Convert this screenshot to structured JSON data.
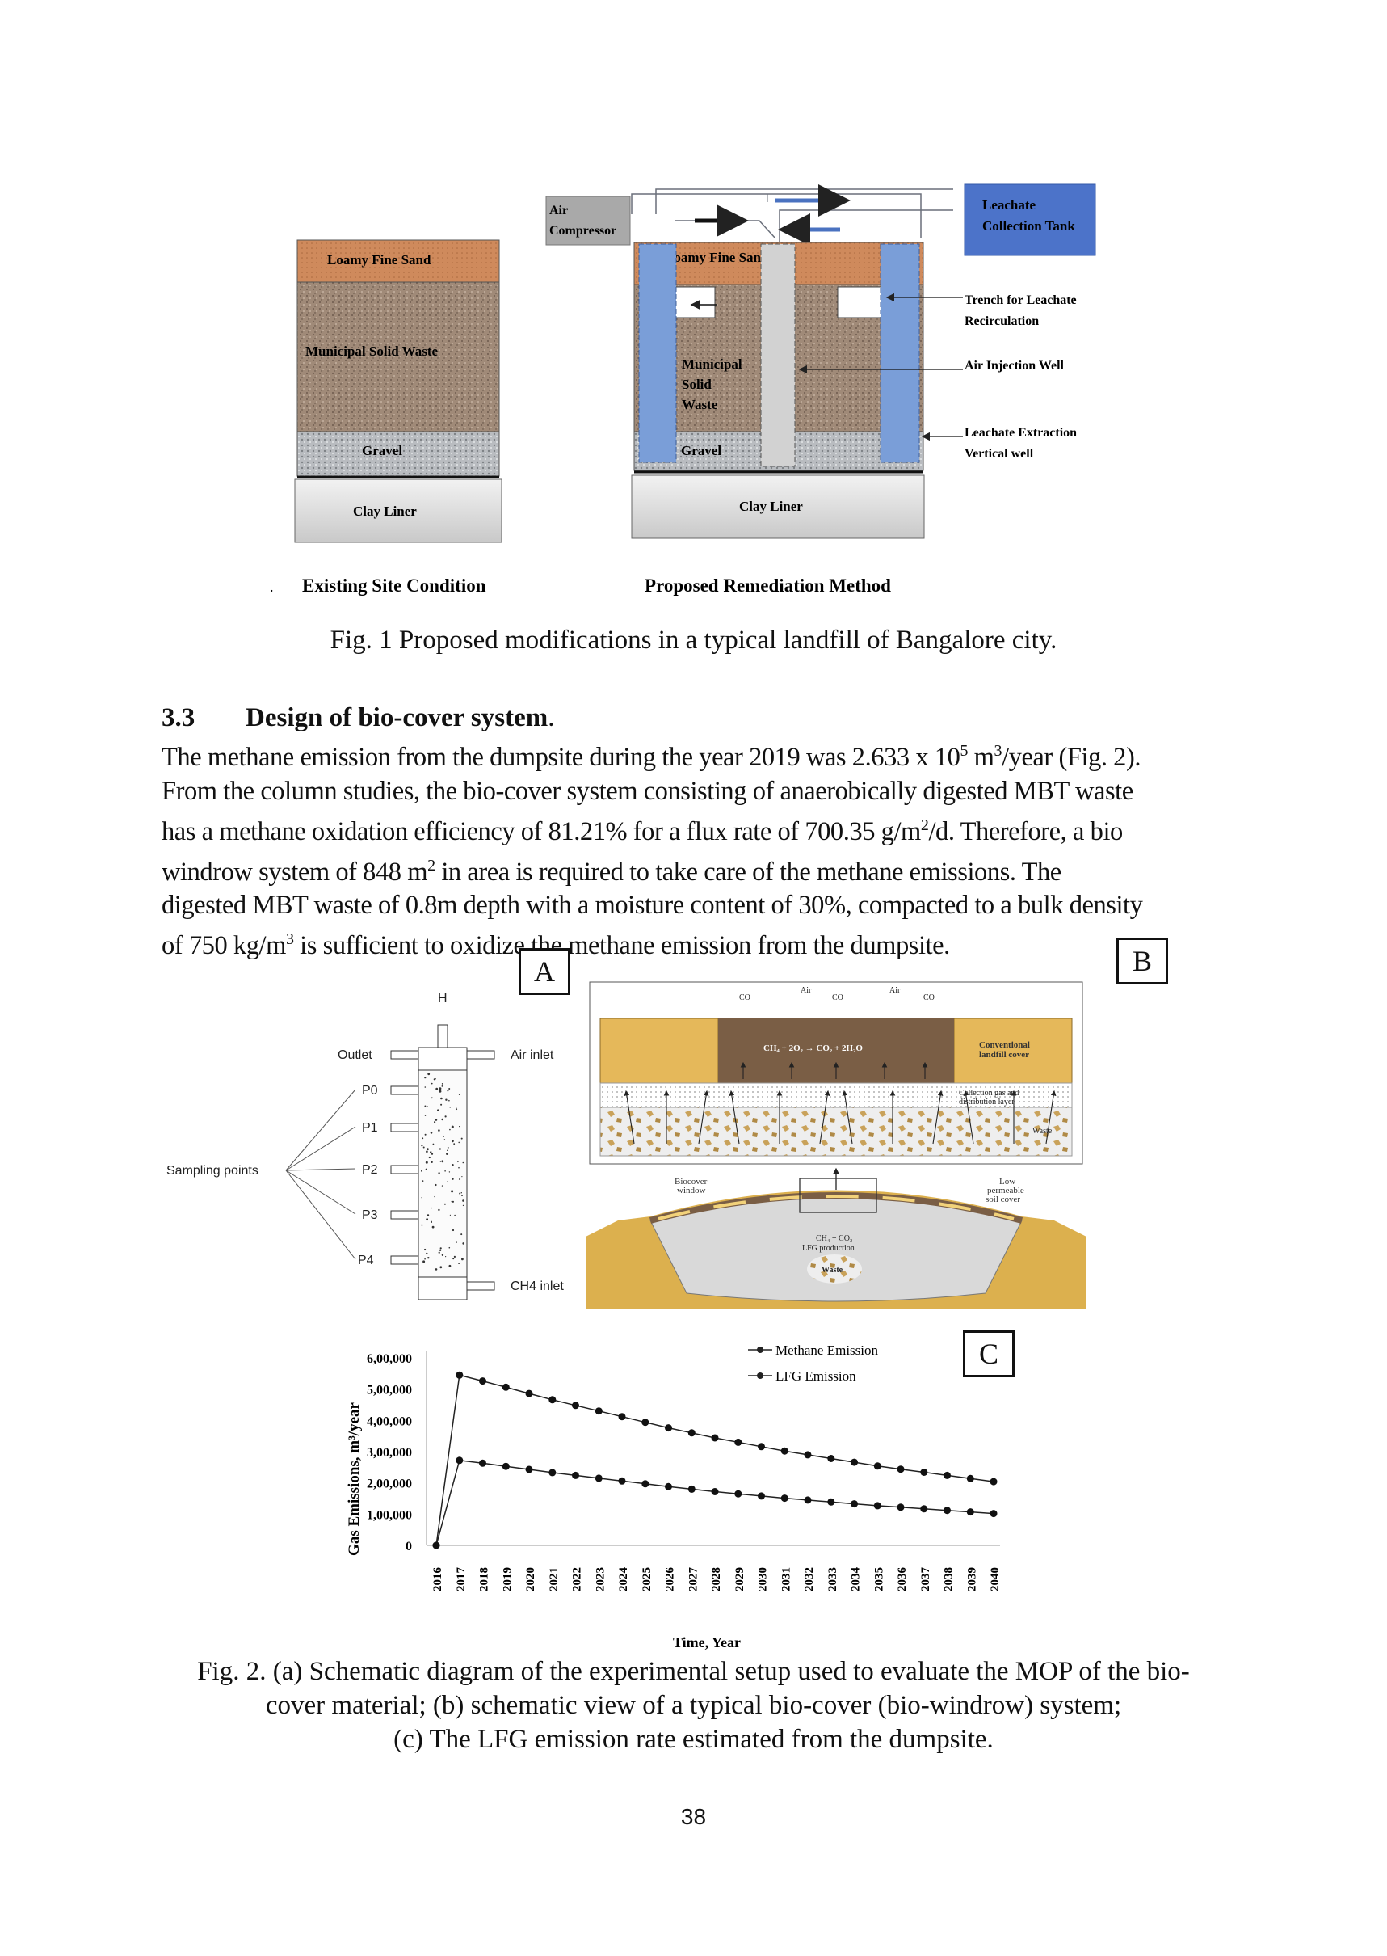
{
  "fig1": {
    "existing": {
      "layers": [
        "Loamy Fine Sand",
        "Municipal Solid Waste",
        "Gravel",
        "Clay Liner"
      ],
      "title": "Existing Site Condition"
    },
    "proposed": {
      "air_compressor": [
        "Air",
        "Compressor"
      ],
      "leachate_tank": [
        "Leachate",
        "Collection Tank"
      ],
      "loamy": "Loamy Fine Sand",
      "msw": [
        "Municipal",
        "Solid",
        "Waste"
      ],
      "gravel": "Gravel",
      "clay": "Clay Liner",
      "callouts": {
        "trench": [
          "Trench for Leachate",
          "Recirculation"
        ],
        "air_well": "Air Injection Well",
        "leachate_well": [
          "Leachate Extraction",
          "Vertical well"
        ]
      },
      "title": "Proposed Remediation Method"
    },
    "dot": ".",
    "caption": "Fig. 1 Proposed modifications in a typical landfill of Bangalore city."
  },
  "section": {
    "number": "3.3",
    "title": "Design of bio-cover system",
    "title_end": "."
  },
  "paragraph": {
    "l1a": "The methane emission from the dumpsite during the year 2019 was 2.633 x 10",
    "l1sup1": "5",
    "l1b": " m",
    "l1sup2": "3",
    "l1c": "/year (Fig. 2).",
    "l2": "From the column studies, the bio-cover system consisting of anaerobically digested MBT waste",
    "l3a": "has a methane oxidation efficiency of 81.21% for a flux rate of 700.35 g/m",
    "l3sup": "2",
    "l3b": "/d. Therefore, a bio",
    "l4a": "windrow system of 848 m",
    "l4sup": "2",
    "l4b": " in area is required to take care of the methane emissions. The",
    "l5": "digested MBT waste of 0.8m depth with a moisture content of 30%, compacted to a bulk density",
    "l6a": "of 750 kg/m",
    "l6sup": "3",
    "l6b": " is sufficient to oxidize the methane emission from the dumpsite."
  },
  "fig2": {
    "labels": {
      "a": "A",
      "b": "B",
      "c": "C"
    },
    "column": {
      "top": "H",
      "outlet": "Outlet",
      "air_inlet": "Air inlet",
      "ch4_inlet": "CH4 inlet",
      "sampling": "Sampling points",
      "ports": [
        "P0",
        "P1",
        "P2",
        "P3",
        "P4"
      ]
    },
    "biocover": {
      "co2": "CO",
      "co2_sub": "2",
      "air": "Air",
      "reaction": "CH₄ + 2O₂ → CO₂ + 2H₂O",
      "conventional": [
        "Conventional",
        "landfill cover"
      ],
      "collection": [
        "Collection gas and",
        "distribution layer"
      ],
      "waste": "Waste",
      "biocover_window": [
        "Biocover",
        "window"
      ],
      "low_perm": [
        "Low",
        "permeable",
        "soil cover"
      ],
      "lfg": [
        "CH₄ + CO₂",
        "LFG production"
      ],
      "waste2": "Waste"
    }
  },
  "chart_data": {
    "type": "line",
    "title": "",
    "xlabel": "Time, Year",
    "ylabel": "Gas Emissions, m³/year",
    "ylim": [
      0,
      600000
    ],
    "yticks": [
      "0",
      "1,00,000",
      "2,00,000",
      "3,00,000",
      "4,00,000",
      "5,00,000",
      "6,00,000"
    ],
    "x": [
      "2016",
      "2017",
      "2018",
      "2019",
      "2020",
      "2021",
      "2022",
      "2023",
      "2024",
      "2025",
      "2026",
      "2027",
      "2028",
      "2029",
      "2030",
      "2031",
      "2032",
      "2033",
      "2034",
      "2035",
      "2036",
      "2037",
      "2038",
      "2039",
      "2040"
    ],
    "series": [
      {
        "name": "Methane Emission",
        "values": [
          0,
          272000,
          263000,
          253000,
          243000,
          233000,
          224000,
          215000,
          206000,
          197000,
          188000,
          180000,
          172000,
          165000,
          158000,
          151000,
          145000,
          139000,
          133000,
          127000,
          122000,
          117000,
          112000,
          107000,
          102000
        ]
      },
      {
        "name": "LFG Emission",
        "values": [
          0,
          545000,
          526000,
          506000,
          486000,
          466000,
          448000,
          430000,
          412000,
          394000,
          376000,
          360000,
          344000,
          330000,
          316000,
          302000,
          290000,
          278000,
          266000,
          254000,
          244000,
          234000,
          224000,
          214000,
          204000
        ]
      }
    ],
    "legend": "top-right",
    "grid": false
  },
  "fig2_caption": {
    "line1": "Fig. 2. (a) Schematic diagram of the experimental setup used to evaluate the MOP of the bio-",
    "line2": "cover material; (b) schematic view of a typical bio-cover (bio-windrow) system;",
    "line3": "(c) The LFG emission rate estimated from the dumpsite."
  },
  "page_number": "38"
}
